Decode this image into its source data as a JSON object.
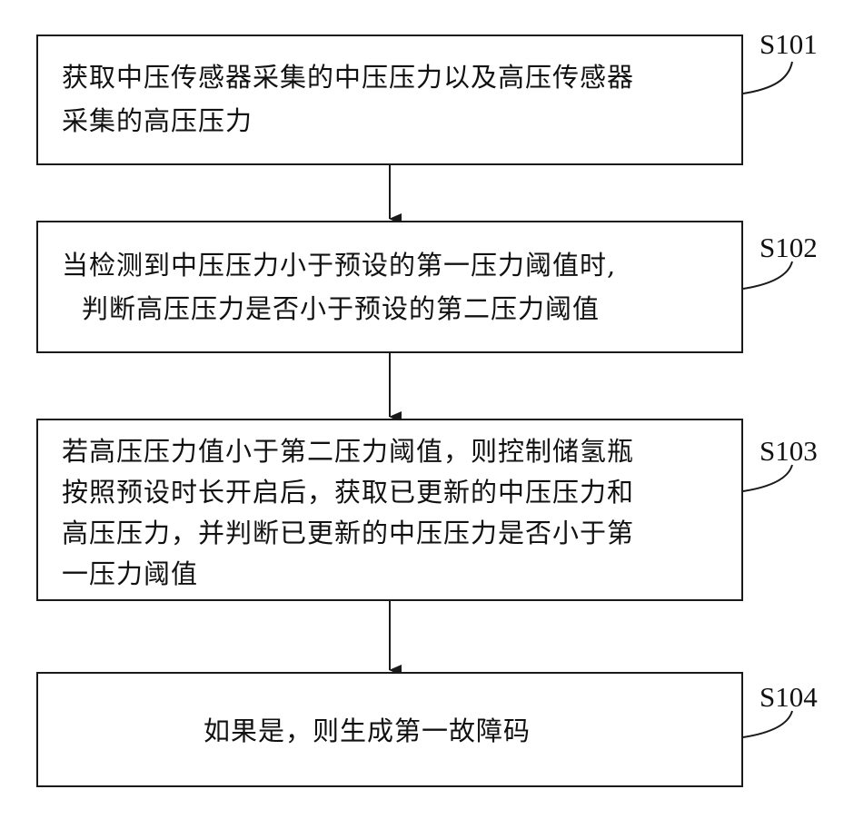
{
  "flowchart": {
    "steps": [
      {
        "label": "S101",
        "lines": [
          "获取中压传感器采集的中压压力以及高压传感器",
          "采集的高压压力"
        ]
      },
      {
        "label": "S102",
        "lines": [
          "当检测到中压压力小于预设的第一压力阈值时,",
          "判断高压压力是否小于预设的第二压力阈值"
        ]
      },
      {
        "label": "S103",
        "lines": [
          "若高压压力值小于第二压力阈值，则控制储氢瓶",
          "按照预设时长开启后，获取已更新的中压压力和",
          "高压压力，并判断已更新的中压压力是否小于第",
          "一压力阈值"
        ]
      },
      {
        "label": "S104",
        "lines": [
          "如果是，则生成第一故障码"
        ]
      }
    ]
  }
}
